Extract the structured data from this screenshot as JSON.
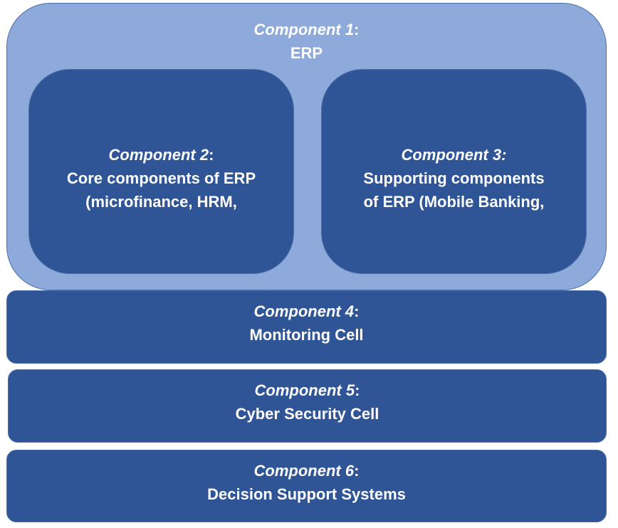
{
  "colors": {
    "outer_fill": "#8eaadb",
    "inner_fill": "#2f5597",
    "border": "#4a6ea8",
    "text": "#ffffff"
  },
  "component1": {
    "name": "Component 1",
    "suffix": ":",
    "lines": [
      "ERP"
    ]
  },
  "component2": {
    "name": "Component 2",
    "suffix": ":",
    "lines": [
      "Core components of ERP",
      "(microfinance, HRM,"
    ]
  },
  "component3": {
    "name": "Component 3:",
    "suffix": "",
    "lines": [
      "Supporting components",
      "of ERP (Mobile Banking,"
    ]
  },
  "component4": {
    "name": "Component 4",
    "suffix": ":",
    "lines": [
      "Monitoring Cell"
    ]
  },
  "component5": {
    "name": "Component 5",
    "suffix": ":",
    "lines": [
      "Cyber Security Cell"
    ]
  },
  "component6": {
    "name": "Component 6",
    "suffix": ":",
    "lines": [
      "Decision Support Systems"
    ]
  }
}
